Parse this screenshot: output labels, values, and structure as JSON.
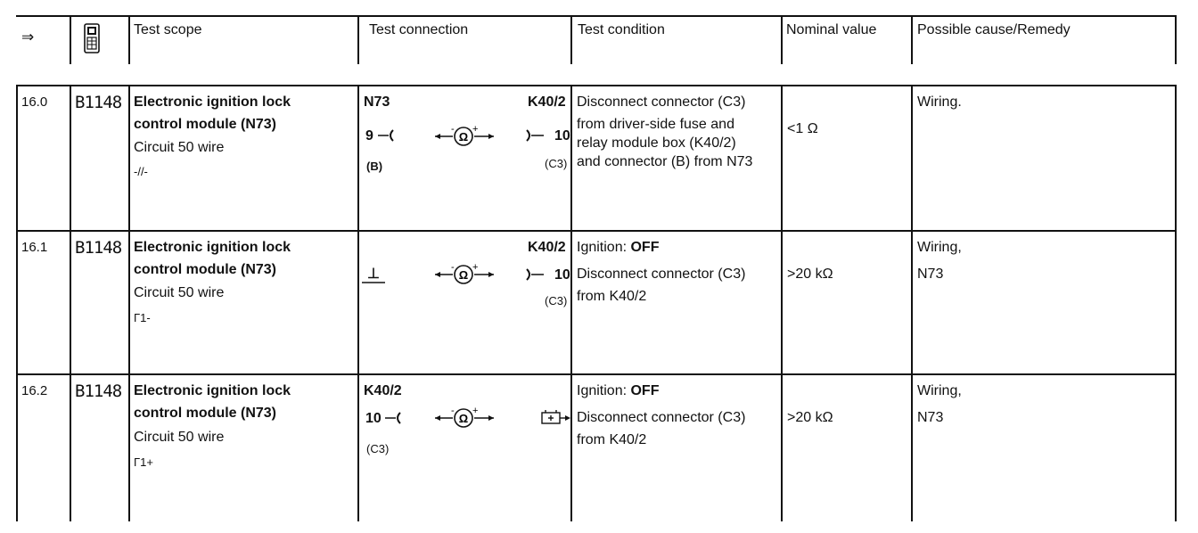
{
  "header": {
    "arrow": "⇒",
    "icon": "diagnostic-tester-icon",
    "test_scope": "Test scope",
    "test_connection": "Test connection",
    "test_condition": "Test condition",
    "nominal_value": "Nominal value",
    "possible_cause": "Possible cause/Remedy"
  },
  "rows": [
    {
      "step": "16.0",
      "code": "B1148",
      "scope_line1": "Electronic ignition lock",
      "scope_line2": "control module (N73)",
      "scope_line3": "Circuit 50 wire",
      "scope_line4": "-//-",
      "conn_left_label": "N73",
      "conn_left_pin": "9",
      "conn_left_sub": "(B)",
      "conn_right_label": "K40/2",
      "conn_right_pin": "10",
      "conn_right_sub": "(C3)",
      "cond_line1": "Disconnect connector (C3)",
      "cond_line2": "from driver-side fuse and",
      "cond_line3": "relay module box (K40/2)",
      "cond_line4": "and connector (B) from N73",
      "nominal": "<1 Ω",
      "cause_line1": "Wiring.",
      "cause_line2": ""
    },
    {
      "step": "16.1",
      "code": "B1148",
      "scope_line1": "Electronic ignition lock",
      "scope_line2": "control module (N73)",
      "scope_line3": "Circuit 50 wire",
      "scope_line4": "Γ1-",
      "conn_left_label": "",
      "conn_left_pin": "⊥",
      "conn_left_sub": "",
      "conn_right_label": "K40/2",
      "conn_right_pin": "10",
      "conn_right_sub": "(C3)",
      "cond_bold_prefix": "Ignition: ",
      "cond_bold": "OFF",
      "cond_line2": "Disconnect connector (C3)",
      "cond_line3": "from K40/2",
      "nominal": ">20 kΩ",
      "cause_line1": "Wiring,",
      "cause_line2": "N73"
    },
    {
      "step": "16.2",
      "code": "B1148",
      "scope_line1": "Electronic ignition lock",
      "scope_line2": "control module (N73)",
      "scope_line3": "Circuit 50 wire",
      "scope_line4": "Γ1+",
      "conn_left_label": "K40/2",
      "conn_left_pin": "10",
      "conn_left_sub": "(C3)",
      "conn_right_label": "",
      "conn_right_pin": "",
      "conn_right_sub": "",
      "cond_bold_prefix": "Ignition: ",
      "cond_bold": "OFF",
      "cond_line2": "Disconnect connector (C3)",
      "cond_line3": "from K40/2",
      "nominal": ">20 kΩ",
      "cause_line1": "Wiring,",
      "cause_line2": "N73"
    }
  ]
}
